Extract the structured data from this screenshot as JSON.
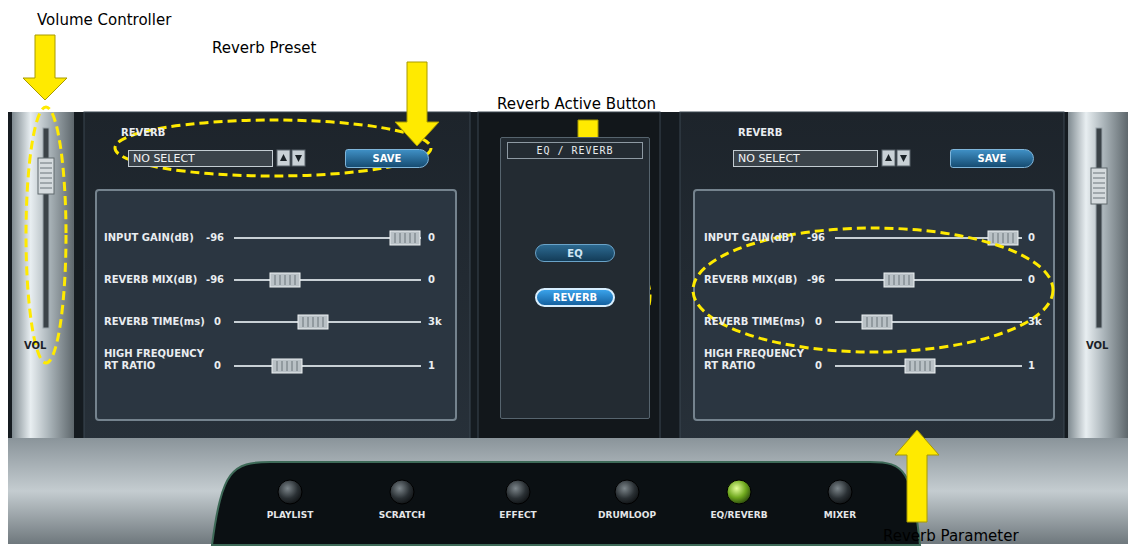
{
  "diagram": {
    "nodes": [
      {
        "text": [
          "NO SELECT"
        ]
      },
      {
        "text": [
          "SAVE"
        ]
      },
      {
        "text": [
          "EQ / REVERB"
        ]
      },
      {
        "text": [
          "EQ"
        ],
        "in": 2
      },
      {
        "text": [
          "REVERB"
        ],
        "in": 2
      },
      {
        "text": [
          "NO SELECT"
        ]
      },
      {
        "text": [
          "SAVE"
        ]
      }
    ],
    "labels": [
      "Volume Controller",
      "Reverb Preset",
      "Reverb Active Button",
      "Reverb Parameter",
      "REVERB",
      "INPUT GAIN(dB)",
      "-96",
      "0",
      "REVERB MIX(dB)",
      "-96",
      "0",
      "REVERB TIME(ms)",
      "0",
      "3k",
      "HIGH FREQUENCY RT RATIO",
      "0",
      "1",
      "VOL",
      "REVERB",
      "INPUT GAIN(dB)",
      "-96",
      "0",
      "REVERB MIX(dB)",
      "-96",
      "0",
      "REVERB TIME(ms)",
      "0",
      "3k",
      "HIGH FREQUENCY RT RATIO",
      "0",
      "1",
      "VOL",
      "PLAYLIST",
      "SCRATCH",
      "EFFECT",
      "DRUMLOOP",
      "EQ/REVERB",
      "MIXER"
    ]
  }
}
